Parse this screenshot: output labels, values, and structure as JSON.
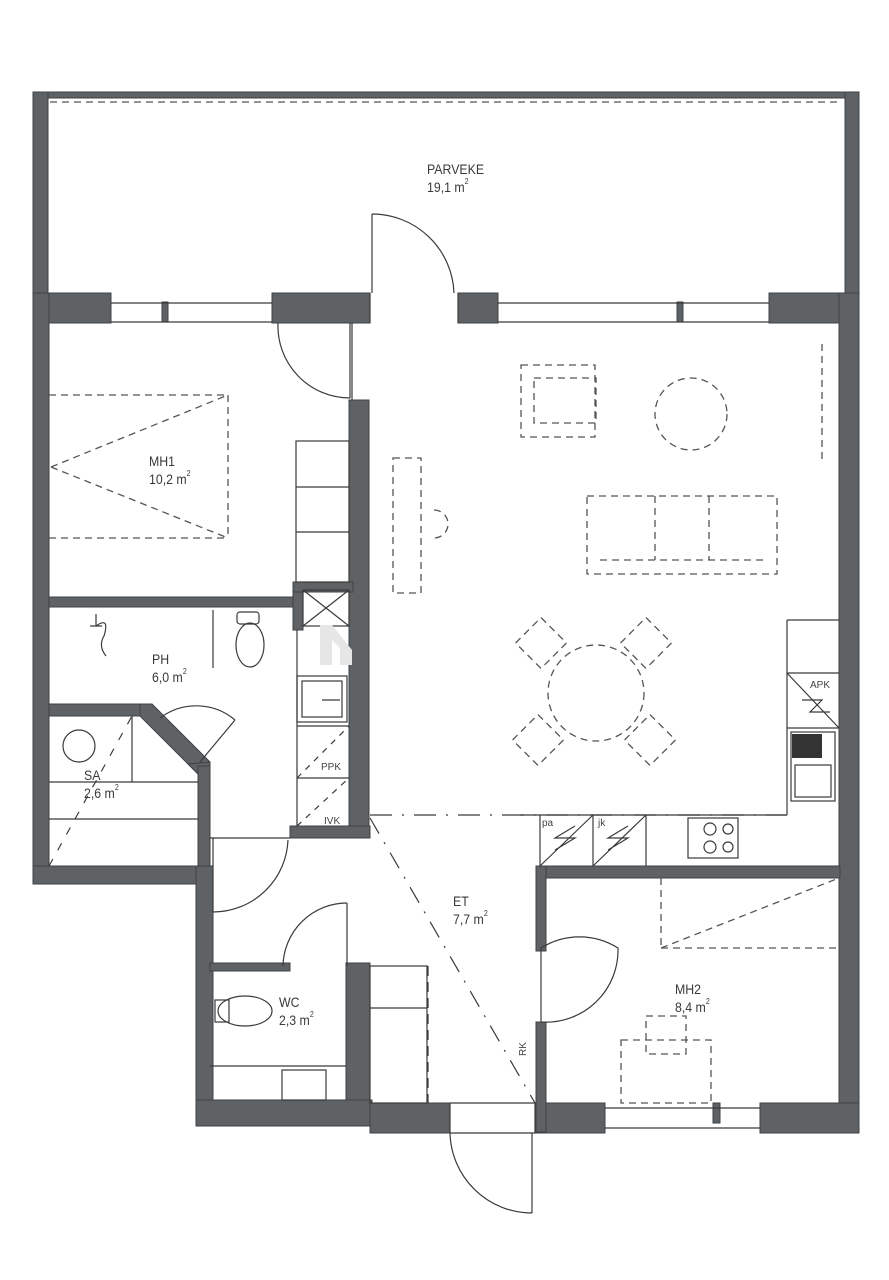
{
  "floorplan": {
    "wall_color": "#5f6264",
    "line_color": "#3a3a3a",
    "rooms": [
      {
        "id": "parveke",
        "name": "PARVEKE",
        "area": "19,1 m",
        "area_value": 19.1,
        "unit_sup": "2"
      },
      {
        "id": "mh1",
        "name": "MH1",
        "area": "10,2 m",
        "area_value": 10.2,
        "unit_sup": "2"
      },
      {
        "id": "ph",
        "name": "PH",
        "area": "6,0 m",
        "area_value": 6.0,
        "unit_sup": "2"
      },
      {
        "id": "sa",
        "name": "SA",
        "area": "2,6 m",
        "area_value": 2.6,
        "unit_sup": "2"
      },
      {
        "id": "et",
        "name": "ET",
        "area": "7,7 m",
        "area_value": 7.7,
        "unit_sup": "2"
      },
      {
        "id": "wc",
        "name": "WC",
        "area": "2,3 m",
        "area_value": 2.3,
        "unit_sup": "2"
      },
      {
        "id": "mh2",
        "name": "MH2",
        "area": "8,4 m",
        "area_value": 8.4,
        "unit_sup": "2"
      }
    ],
    "fixture_labels": {
      "apk": "APK",
      "ppk": "PPK",
      "ivk": "IVK",
      "pa": "pa",
      "jk": "jk",
      "rk": "RK"
    }
  }
}
